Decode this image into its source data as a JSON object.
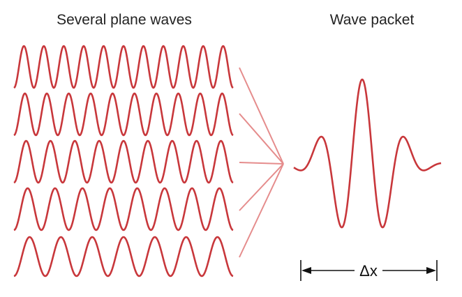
{
  "left_panel": {
    "title": "Several plane waves",
    "wave_count": 5,
    "waves": [
      {
        "cycles": 11
      },
      {
        "cycles": 10
      },
      {
        "cycles": 9
      },
      {
        "cycles": 8
      },
      {
        "cycles": 7
      }
    ]
  },
  "right_panel": {
    "title": "Wave packet",
    "width_label": "Δx"
  },
  "colors": {
    "wave": "#c8373b",
    "connector": "#e58c8c",
    "arrow": "#111111",
    "text": "#222222"
  }
}
